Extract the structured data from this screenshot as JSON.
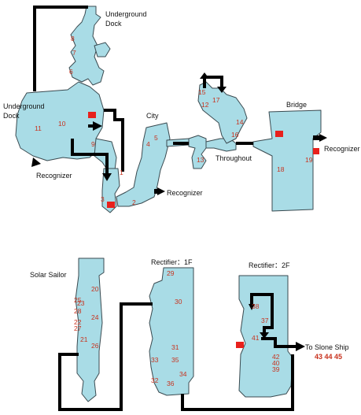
{
  "labels": {
    "underground_dock_top": [
      "Underground",
      "Dock"
    ],
    "underground_dock_left": [
      "Underground",
      "Dock"
    ],
    "city": "City",
    "throughout": "Throughout",
    "bridge": "Bridge",
    "recognizer": "Recognizer",
    "solar_sailor": "Solar Sailor",
    "rectifier_1f": "Rectifier：1F",
    "rectifier_2f": "Rectifier：2F",
    "to_slone_ship": "To Slone Ship",
    "slone_numbers": "43 44 45"
  },
  "colors": {
    "room_fill": "#a9dce6",
    "path": "#000000",
    "marker": "#e8201c",
    "number": "#c8321e"
  },
  "numbers": [
    "1",
    "2",
    "3",
    "4",
    "5",
    "6",
    "7",
    "8",
    "9",
    "10",
    "11",
    "12",
    "13",
    "14",
    "15",
    "16",
    "17",
    "18",
    "19",
    "20",
    "21",
    "22",
    "23",
    "24",
    "25",
    "26",
    "27",
    "28",
    "29",
    "30",
    "31",
    "32",
    "33",
    "34",
    "35",
    "36",
    "37",
    "38",
    "39",
    "40",
    "41",
    "42"
  ]
}
